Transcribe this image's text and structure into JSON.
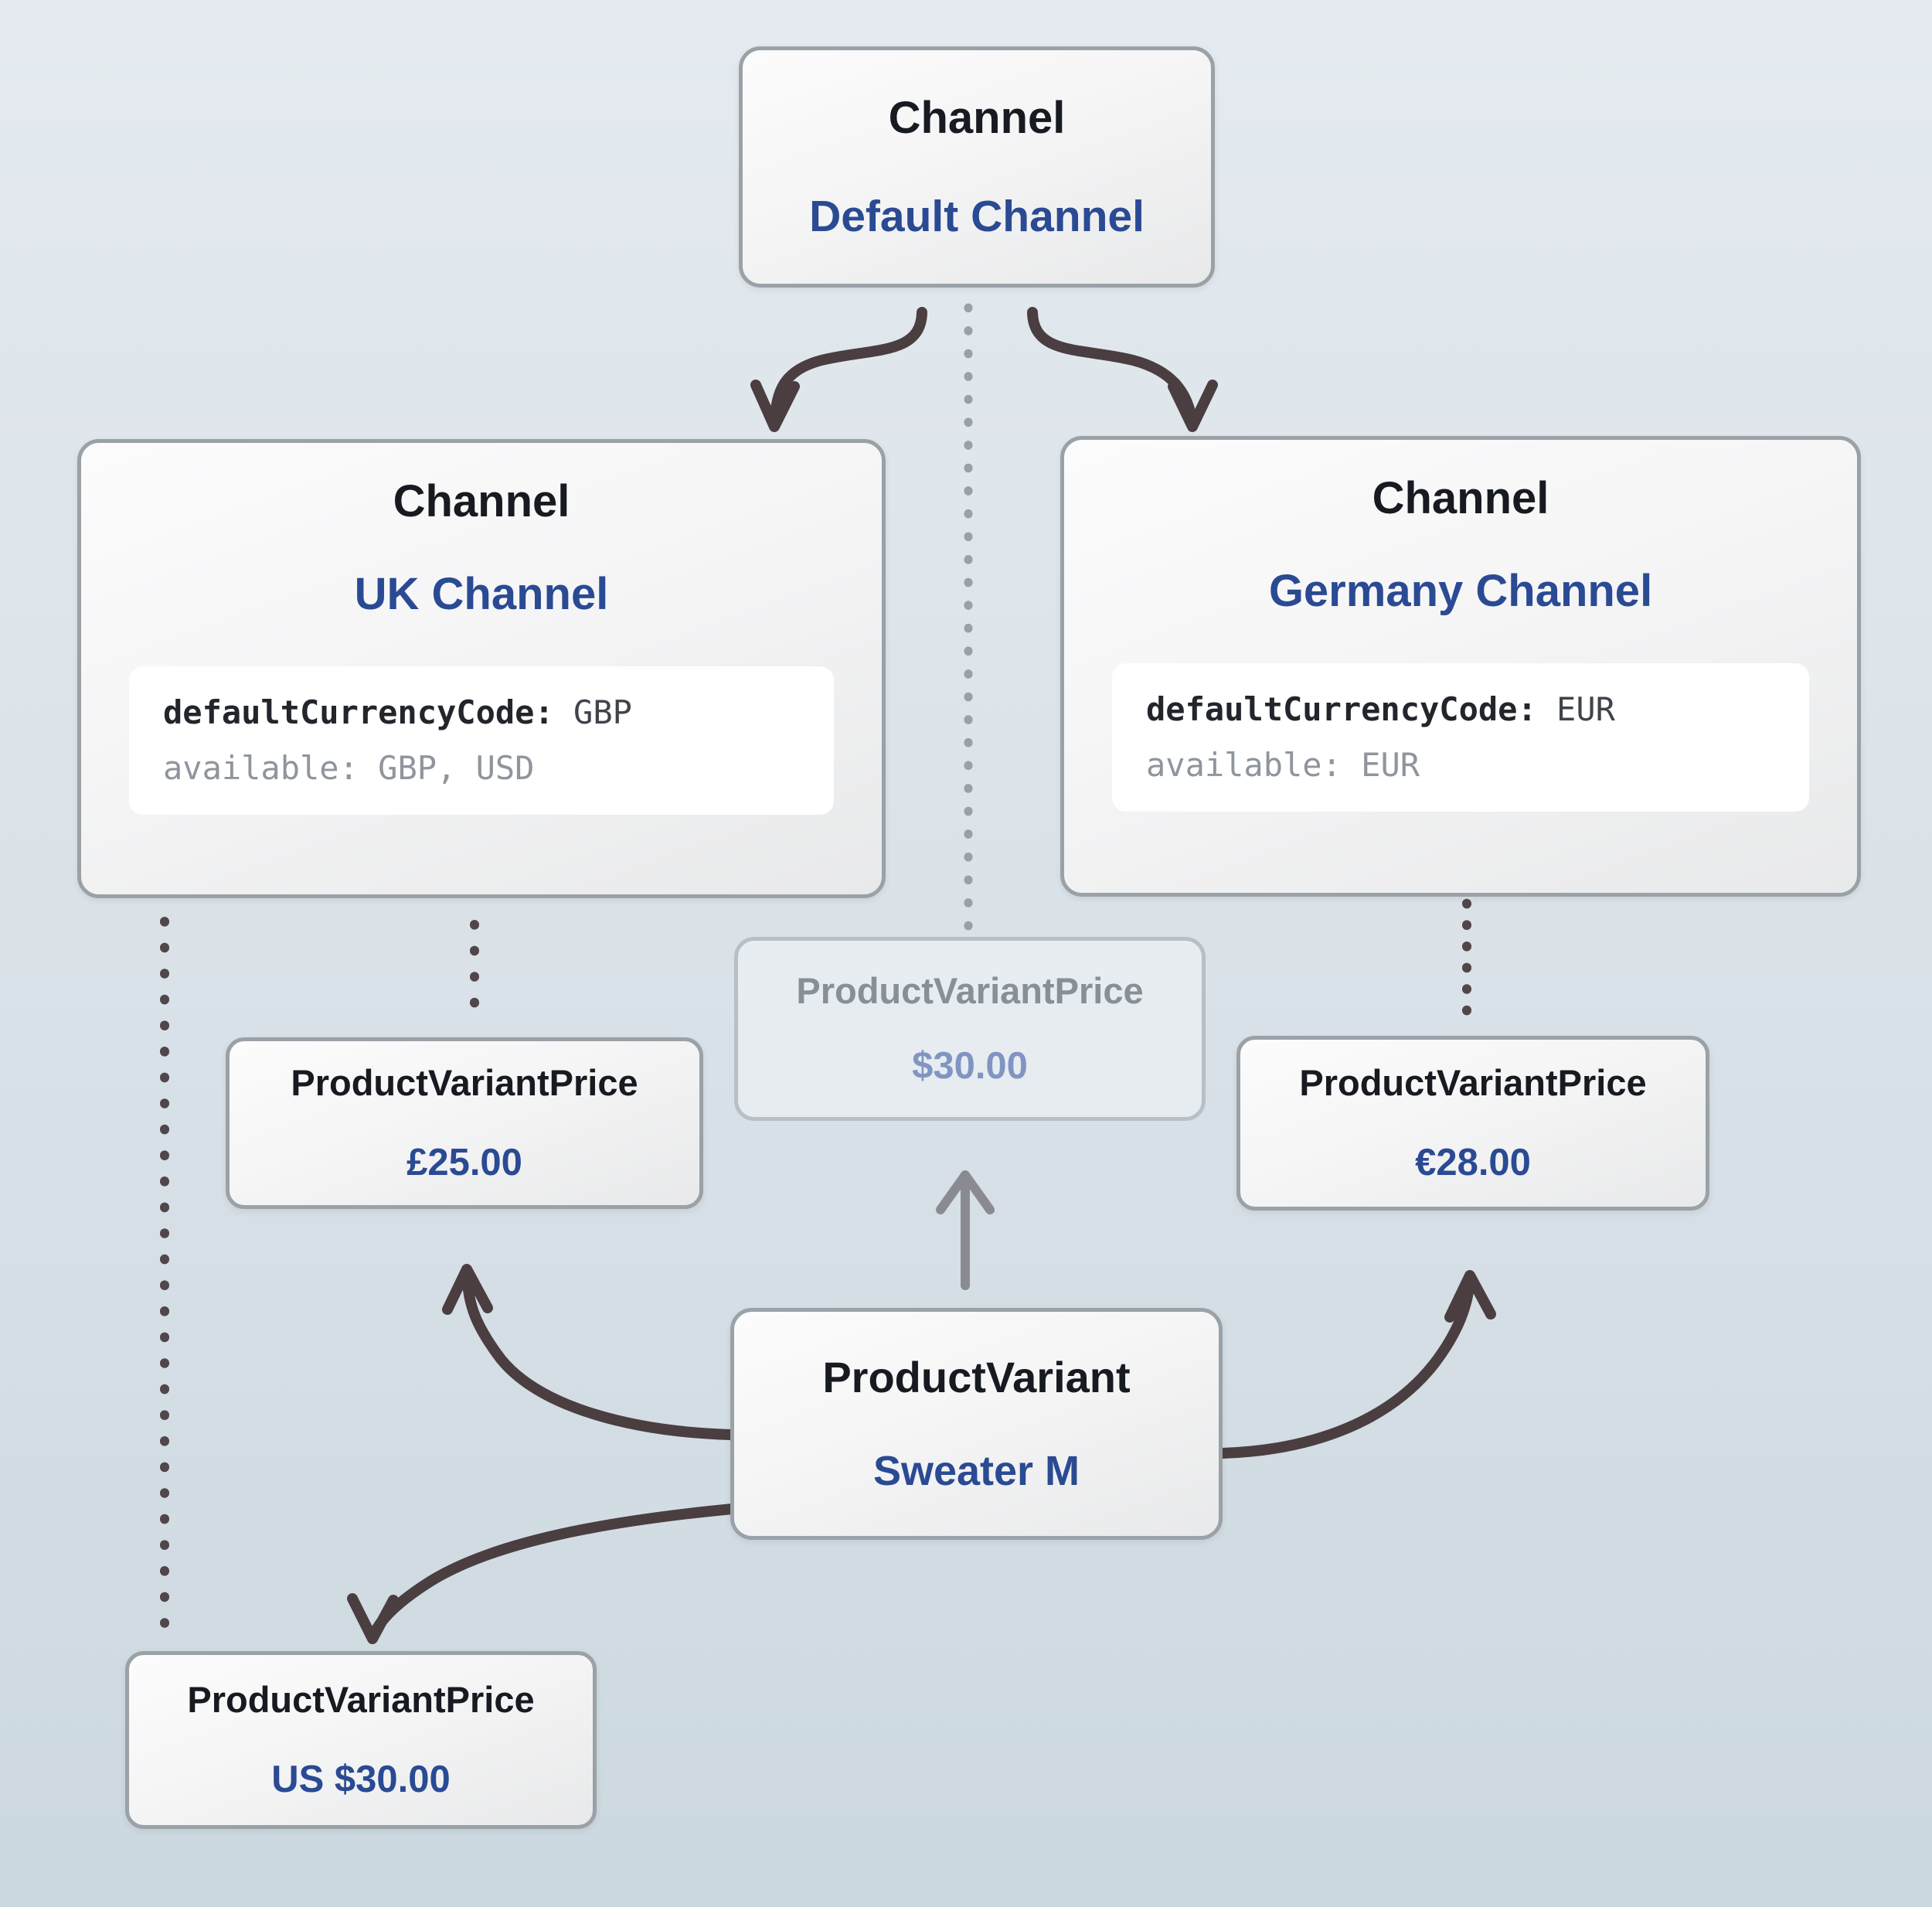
{
  "nodes": {
    "default_channel": {
      "type_label": "Channel",
      "name": "Default Channel"
    },
    "uk_channel": {
      "type_label": "Channel",
      "name": "UK Channel",
      "code": {
        "line1_key": "defaultCurrencyCode:",
        "line1_value": "GBP",
        "line2_key": "available:",
        "line2_value": "GBP, USD"
      }
    },
    "germany_channel": {
      "type_label": "Channel",
      "name": "Germany Channel",
      "code": {
        "line1_key": "defaultCurrencyCode:",
        "line1_value": "EUR",
        "line2_key": "available:",
        "line2_value": "EUR"
      }
    },
    "default_price": {
      "type_label": "ProductVariantPrice",
      "value": "$30.00"
    },
    "uk_price": {
      "type_label": "ProductVariantPrice",
      "value": "£25.00"
    },
    "germany_price": {
      "type_label": "ProductVariantPrice",
      "value": "€28.00"
    },
    "product_variant": {
      "type_label": "ProductVariant",
      "name": "Sweater M"
    },
    "us_price": {
      "type_label": "ProductVariantPrice",
      "value": "US $30.00"
    }
  },
  "colors": {
    "accent_blue": "#2a4a93",
    "title_dark": "#171b21",
    "ghost_title": "#878f97",
    "ghost_value": "#8095c2",
    "arrow_dark": "#4a3e41",
    "arrow_gray": "#8a8b92",
    "dot_light": "#99a1a8",
    "dot_dark": "#51464a",
    "code_key": "#22262c",
    "code_value": "#3f444b",
    "code_muted": "#8f959d",
    "node_border": "#9aa1a7",
    "ghost_border": "#b7c0c7"
  }
}
